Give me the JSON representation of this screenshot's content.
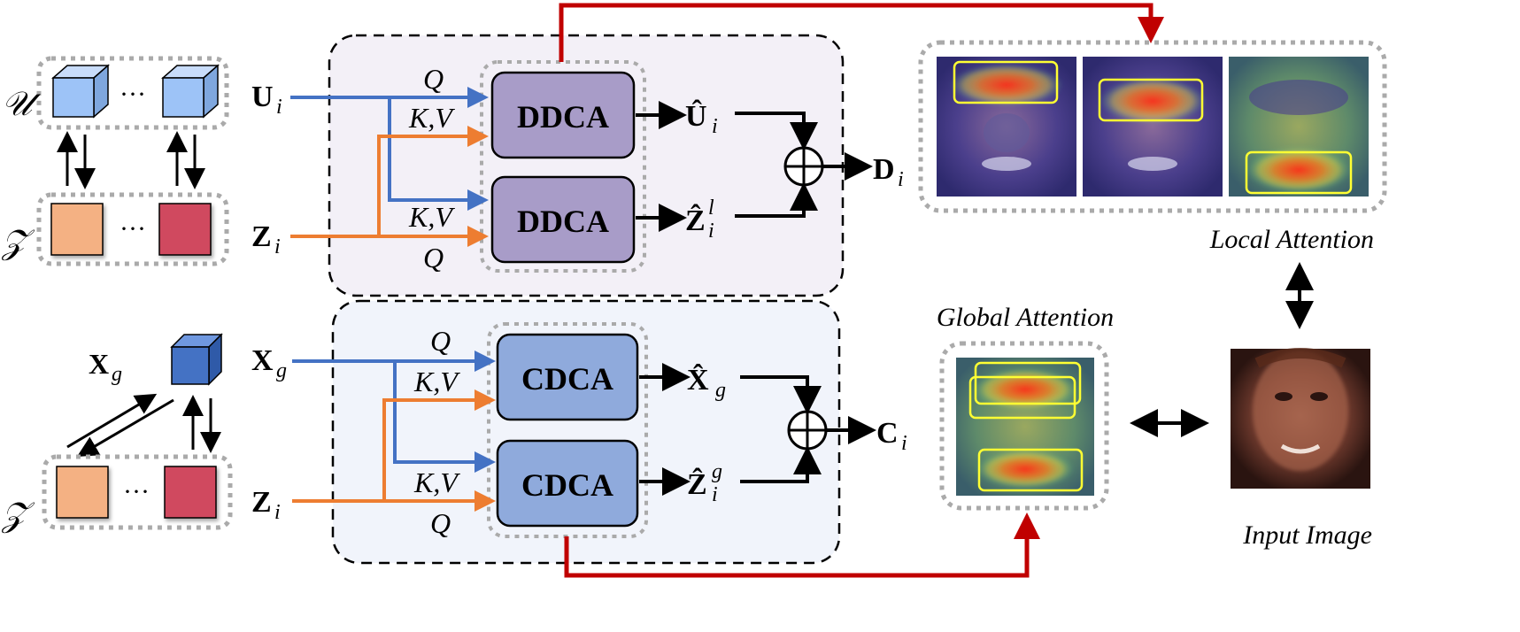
{
  "sets": {
    "u_symbol": "𝒰",
    "z_symbol_top": "𝒵",
    "z_symbol_bottom": "𝒵",
    "ellipsis": "···",
    "xg_base": "X",
    "xg_sub": "g"
  },
  "inputs": {
    "u_base": "U",
    "u_sub": "i",
    "z_top_base": "Z",
    "z_top_sub": "i",
    "xg_base": "X",
    "xg_sub": "g",
    "z_bot_base": "Z",
    "z_bot_sub": "i"
  },
  "labels": {
    "q": "Q",
    "kv": "K,V"
  },
  "blocks": {
    "ddca": "DDCA",
    "cdca": "CDCA"
  },
  "outputs": {
    "uhat_base": "Û",
    "uhat_sub": "i",
    "zhat_l_base": "Ẑ",
    "zhat_l_sub": "i",
    "zhat_l_sup": "l",
    "d_base": "D",
    "d_sub": "i",
    "xhat_base": "X̂",
    "xhat_sub": "g",
    "zhat_g_base": "Ẑ",
    "zhat_g_sub": "i",
    "zhat_g_sup": "g",
    "c_base": "C",
    "c_sub": "i"
  },
  "captions": {
    "local_attention": "Local Attention",
    "global_attention": "Global Attention",
    "input_image": "Input Image"
  },
  "colors": {
    "blue_arrow": "#4472c4",
    "orange_arrow": "#ed7d31",
    "red_arrow": "#c00000",
    "ddca_fill": "#a89cc8",
    "cdca_fill": "#8faadc",
    "panel_top_fill": "#f3f0f7",
    "panel_bottom_fill": "#f1f4fb",
    "cube_light": "#9dc3f7",
    "cube_dark": "#4472c4",
    "square_orange": "#f4b183",
    "square_red": "#d04a5f",
    "highlight_box": "#ffff33"
  }
}
